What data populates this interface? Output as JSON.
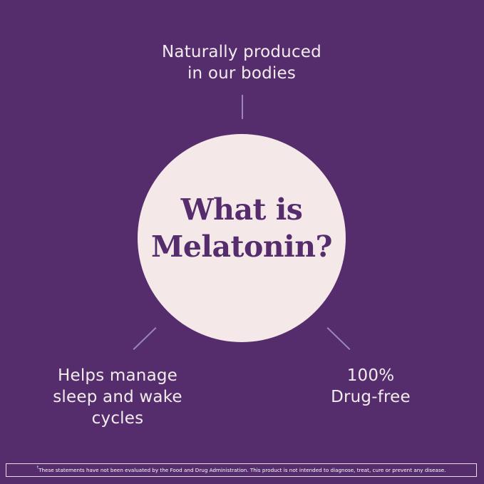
{
  "colors": {
    "background": "#552d6d",
    "circle": "#f4e9e8",
    "title_text": "#552d6d",
    "caption_text": "#f3ecee",
    "connector": "#9b87bb"
  },
  "center": {
    "title_lines": [
      "What is",
      "Melatonin?"
    ]
  },
  "captions": {
    "top": [
      "Naturally produced",
      "in our bodies"
    ],
    "left": [
      "Helps manage",
      "sleep and wake",
      "cycles"
    ],
    "right": [
      "100%",
      "Drug-free"
    ]
  },
  "disclaimer": {
    "marker": "†",
    "text": "These statements have not been evaluated by the Food and Drug Administration. This product is not intended to diagnose, treat, cure or prevent any disease."
  }
}
